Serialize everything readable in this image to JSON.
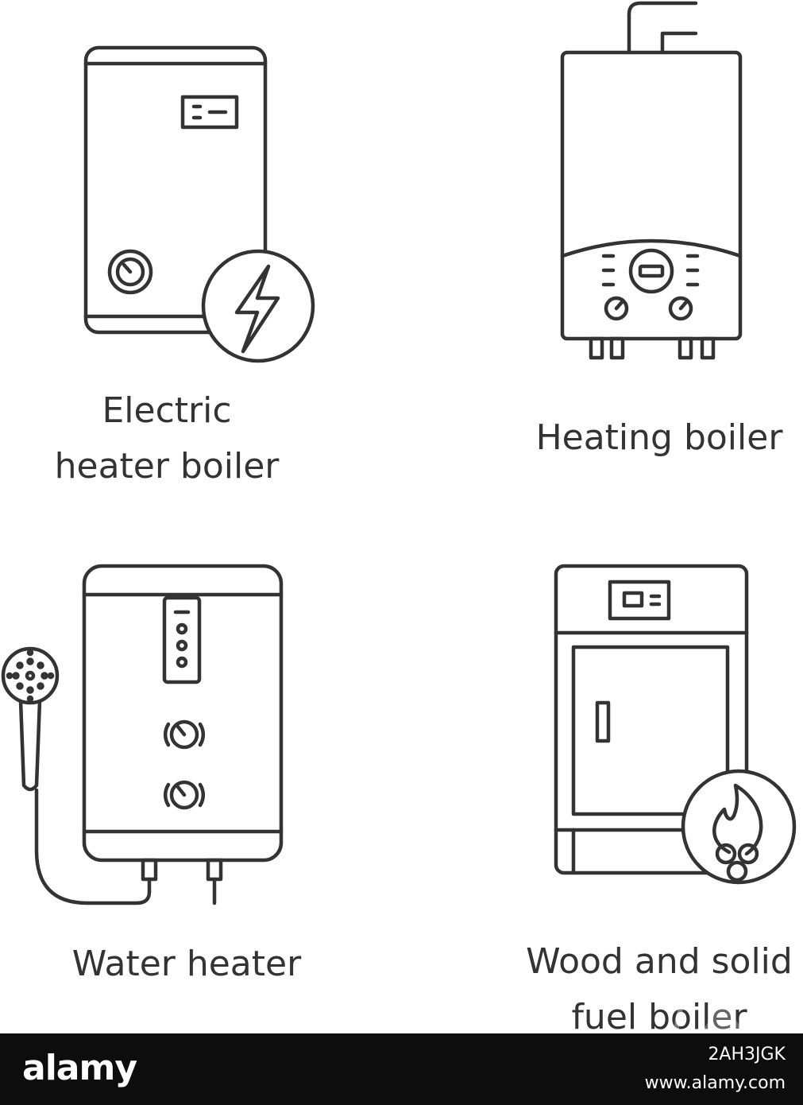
{
  "labels": {
    "electric_line1": "Electric",
    "electric_line2": "heater boiler",
    "heating": "Heating boiler",
    "water": "Water heater",
    "wood_line1": "Wood and solid",
    "wood_line2": "fuel boiler"
  },
  "footer": {
    "brand": "alamy",
    "image_id": "2AH3JGK",
    "url": "www.alamy.com"
  },
  "icons": {
    "electric": "electric-heater-boiler-icon",
    "heating": "heating-boiler-icon",
    "water": "water-heater-icon",
    "wood": "wood-solid-fuel-boiler-icon"
  },
  "colors": {
    "stroke": "#333333",
    "background": "#ffffff",
    "footer_background": "#0d0d0d",
    "footer_text": "#ffffff"
  }
}
